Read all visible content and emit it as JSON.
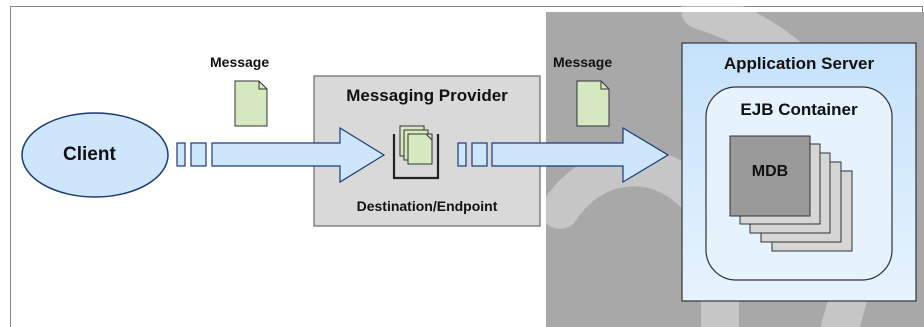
{
  "diagram": {
    "client": "Client",
    "message_left": "Message",
    "message_right": "Message",
    "messaging_provider": "Messaging Provider",
    "destination": "Destination/Endpoint",
    "application_server": "Application Server",
    "ejb_container": "EJB Container",
    "mdb": "MDB"
  },
  "colors": {
    "light_blue": "#cde6fb",
    "blue_stroke": "#1a3a7a",
    "provider_gray": "#d9d9d9",
    "server_area_gray": "#a8a8a8",
    "doc_green": "#d5e8c0",
    "mdb_gray": "#9a9a9a"
  }
}
